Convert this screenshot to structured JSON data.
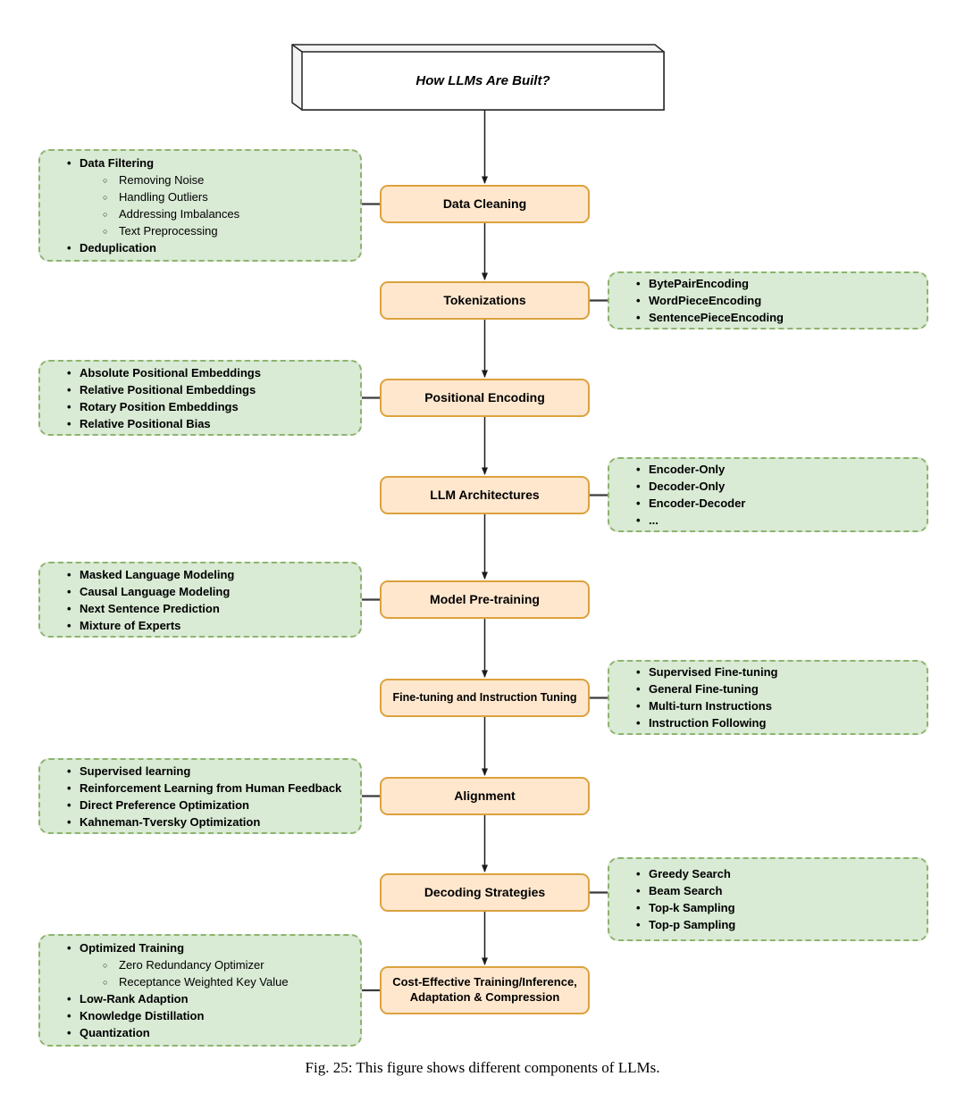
{
  "title": "How LLMs Are Built?",
  "caption": "Fig. 25: This figure shows different components of LLMs.",
  "colors": {
    "stage_fill": "#FFE7CE",
    "stage_border": "#DCA23E",
    "note_fill": "#D9EAD5",
    "note_border": "#8FB36E",
    "line": "#1a1a1a"
  },
  "stages": [
    "Data Cleaning",
    "Tokenizations",
    "Positional Encoding",
    "LLM Architectures",
    "Model Pre-training",
    "Fine-tuning and Instruction Tuning",
    "Alignment",
    "Decoding Strategies",
    "Cost-Effective Training/Inference, Adaptation & Compression"
  ],
  "notes": [
    {
      "for": "Data Cleaning",
      "side": "left",
      "items": [
        "Data Filtering",
        "Removing Noise",
        "Handling Outliers",
        "Addressing Imbalances",
        "Text Preprocessing",
        "Deduplication"
      ]
    },
    {
      "for": "Tokenizations",
      "side": "right",
      "items": [
        "BytePairEncoding",
        "WordPieceEncoding",
        "SentencePieceEncoding"
      ]
    },
    {
      "for": "Positional Encoding",
      "side": "left",
      "items": [
        "Absolute Positional Embeddings",
        "Relative Positional Embeddings",
        "Rotary Position Embeddings",
        "Relative Positional Bias"
      ]
    },
    {
      "for": "LLM Architectures",
      "side": "right",
      "items": [
        "Encoder-Only",
        "Decoder-Only",
        "Encoder-Decoder",
        "..."
      ]
    },
    {
      "for": "Model Pre-training",
      "side": "left",
      "items": [
        "Masked Language Modeling",
        "Causal Language Modeling",
        "Next Sentence Prediction",
        "Mixture of Experts"
      ]
    },
    {
      "for": "Fine-tuning and Instruction Tuning",
      "side": "right",
      "items": [
        "Supervised Fine-tuning",
        "General Fine-tuning",
        "Multi-turn Instructions",
        "Instruction Following"
      ]
    },
    {
      "for": "Alignment",
      "side": "left",
      "items": [
        "Supervised learning",
        "Reinforcement Learning from Human Feedback",
        "Direct Preference Optimization",
        "Kahneman-Tversky Optimization"
      ]
    },
    {
      "for": "Decoding Strategies",
      "side": "right",
      "items": [
        "Greedy Search",
        "Beam Search",
        "Top-k Sampling",
        "Top-p Sampling"
      ]
    },
    {
      "for": "Cost-Effective Training/Inference, Adaptation & Compression",
      "side": "left",
      "items": [
        "Optimized Training",
        "Zero Redundancy Optimizer",
        "Receptance Weighted Key Value",
        "Low-Rank Adaption",
        "Knowledge Distillation",
        "Quantization"
      ]
    }
  ]
}
